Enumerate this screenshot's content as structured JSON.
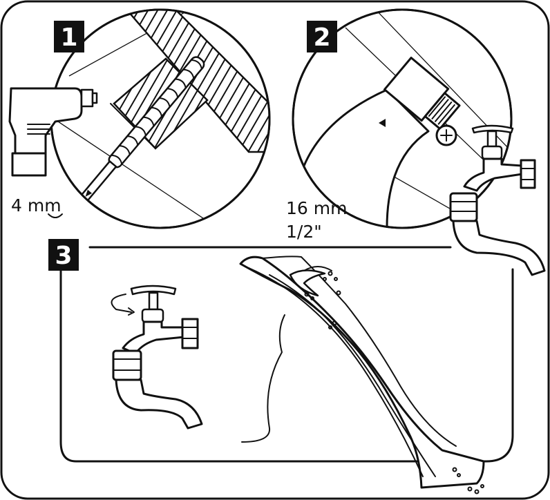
{
  "steps": [
    {
      "number": "1",
      "measure": "4 mm"
    },
    {
      "number": "2",
      "measure_line1": "16 mm",
      "measure_line2": "1/2\""
    },
    {
      "number": "3"
    }
  ],
  "icons": [
    "drill-icon",
    "drill-bit-icon",
    "hose-connector-icon",
    "water-tap-icon",
    "garden-hose-icon",
    "water-slide-icon",
    "rotate-arrow-icon",
    "screw-icon",
    "water-drop-icon"
  ]
}
